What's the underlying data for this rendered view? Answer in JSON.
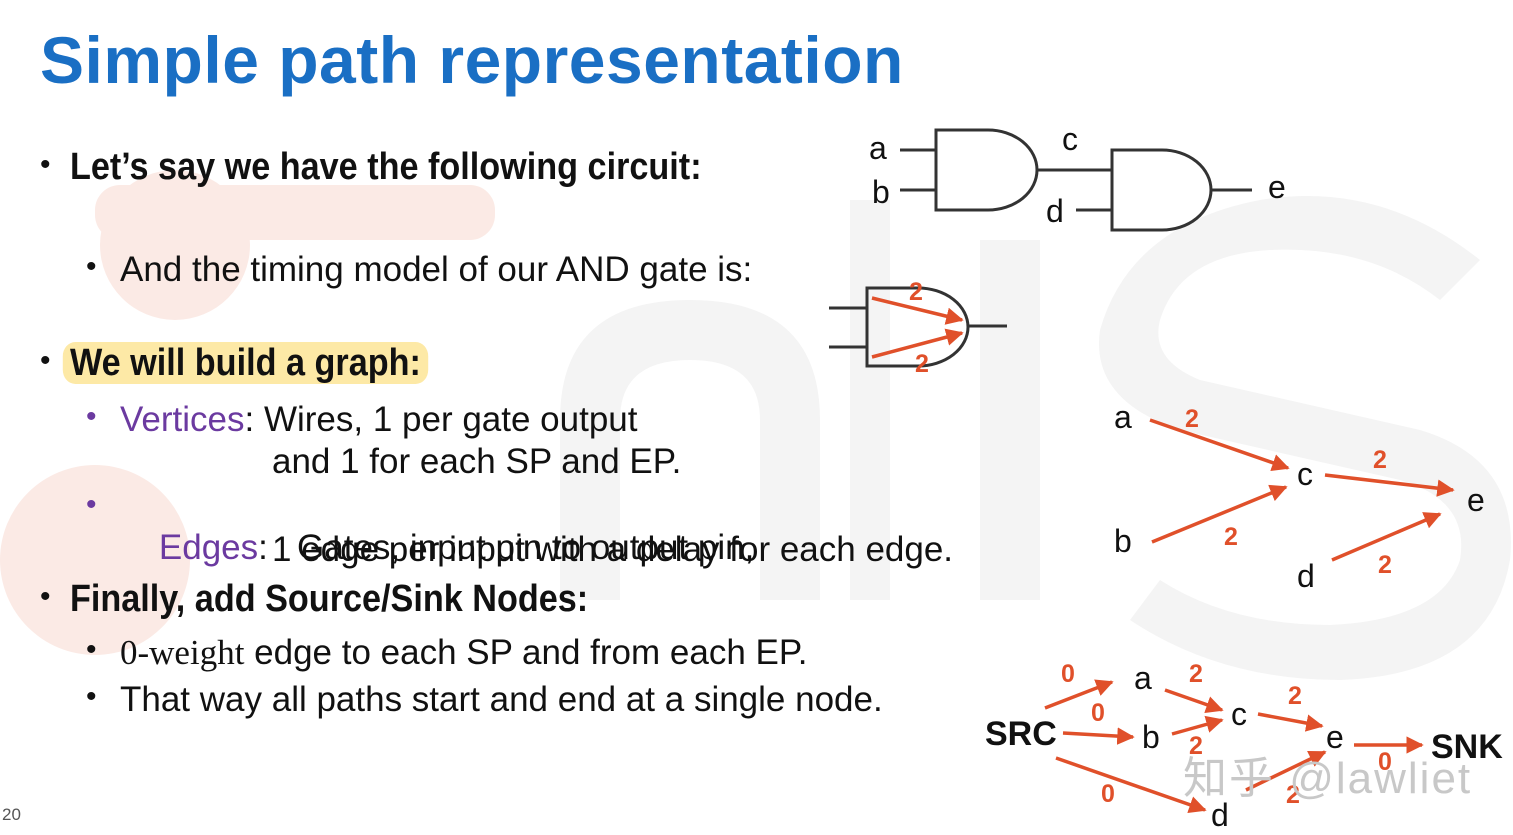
{
  "slide": {
    "title": "Simple path representation",
    "page_number": "20",
    "watermark_text": "知乎 @lawliet",
    "bullets": {
      "b1": "Let’s say we have the following circuit:",
      "b1_sub": "And the timing model of our AND gate is:",
      "b2": "We will build a graph:",
      "vertices_term": "Vertices",
      "vertices_line1": ": Wires, 1 per gate output",
      "vertices_line2": "and 1 for each SP and EP.",
      "edges_term": "Edges",
      "edges_line1": ":   Gates, input pin to output pin,",
      "edges_line2": "1 edge per input with a delay for each edge.",
      "b3": "Finally, add Source/Sink Nodes:",
      "b3_sub1_serif": "0-weight",
      "b3_sub1_rest": " edge to each SP and from each EP.",
      "b3_sub2": "That way all paths start and end at a single node."
    }
  },
  "colors": {
    "title": "#1a6fc4",
    "edge": "#e0502a",
    "purple": "#6b3aa0",
    "highlight": "#fde9a6"
  },
  "circuit": {
    "labels": {
      "a": "a",
      "b": "b",
      "c": "c",
      "d": "d",
      "e": "e"
    }
  },
  "gate_model": {
    "w1": "2",
    "w2": "2"
  },
  "graph1": {
    "nodes": {
      "a": "a",
      "b": "b",
      "c": "c",
      "d": "d",
      "e": "e"
    },
    "weights": {
      "ac": "2",
      "bc": "2",
      "ce": "2",
      "de": "2"
    }
  },
  "graph2": {
    "nodes": {
      "src": "SRC",
      "a": "a",
      "b": "b",
      "c": "c",
      "d": "d",
      "e": "e",
      "snk": "SNK"
    },
    "weights": {
      "src_a": "0",
      "src_b": "0",
      "src_d": "0",
      "a_c": "2",
      "b_c": "2",
      "c_e": "2",
      "d_e": "2",
      "e_snk": "0"
    }
  }
}
